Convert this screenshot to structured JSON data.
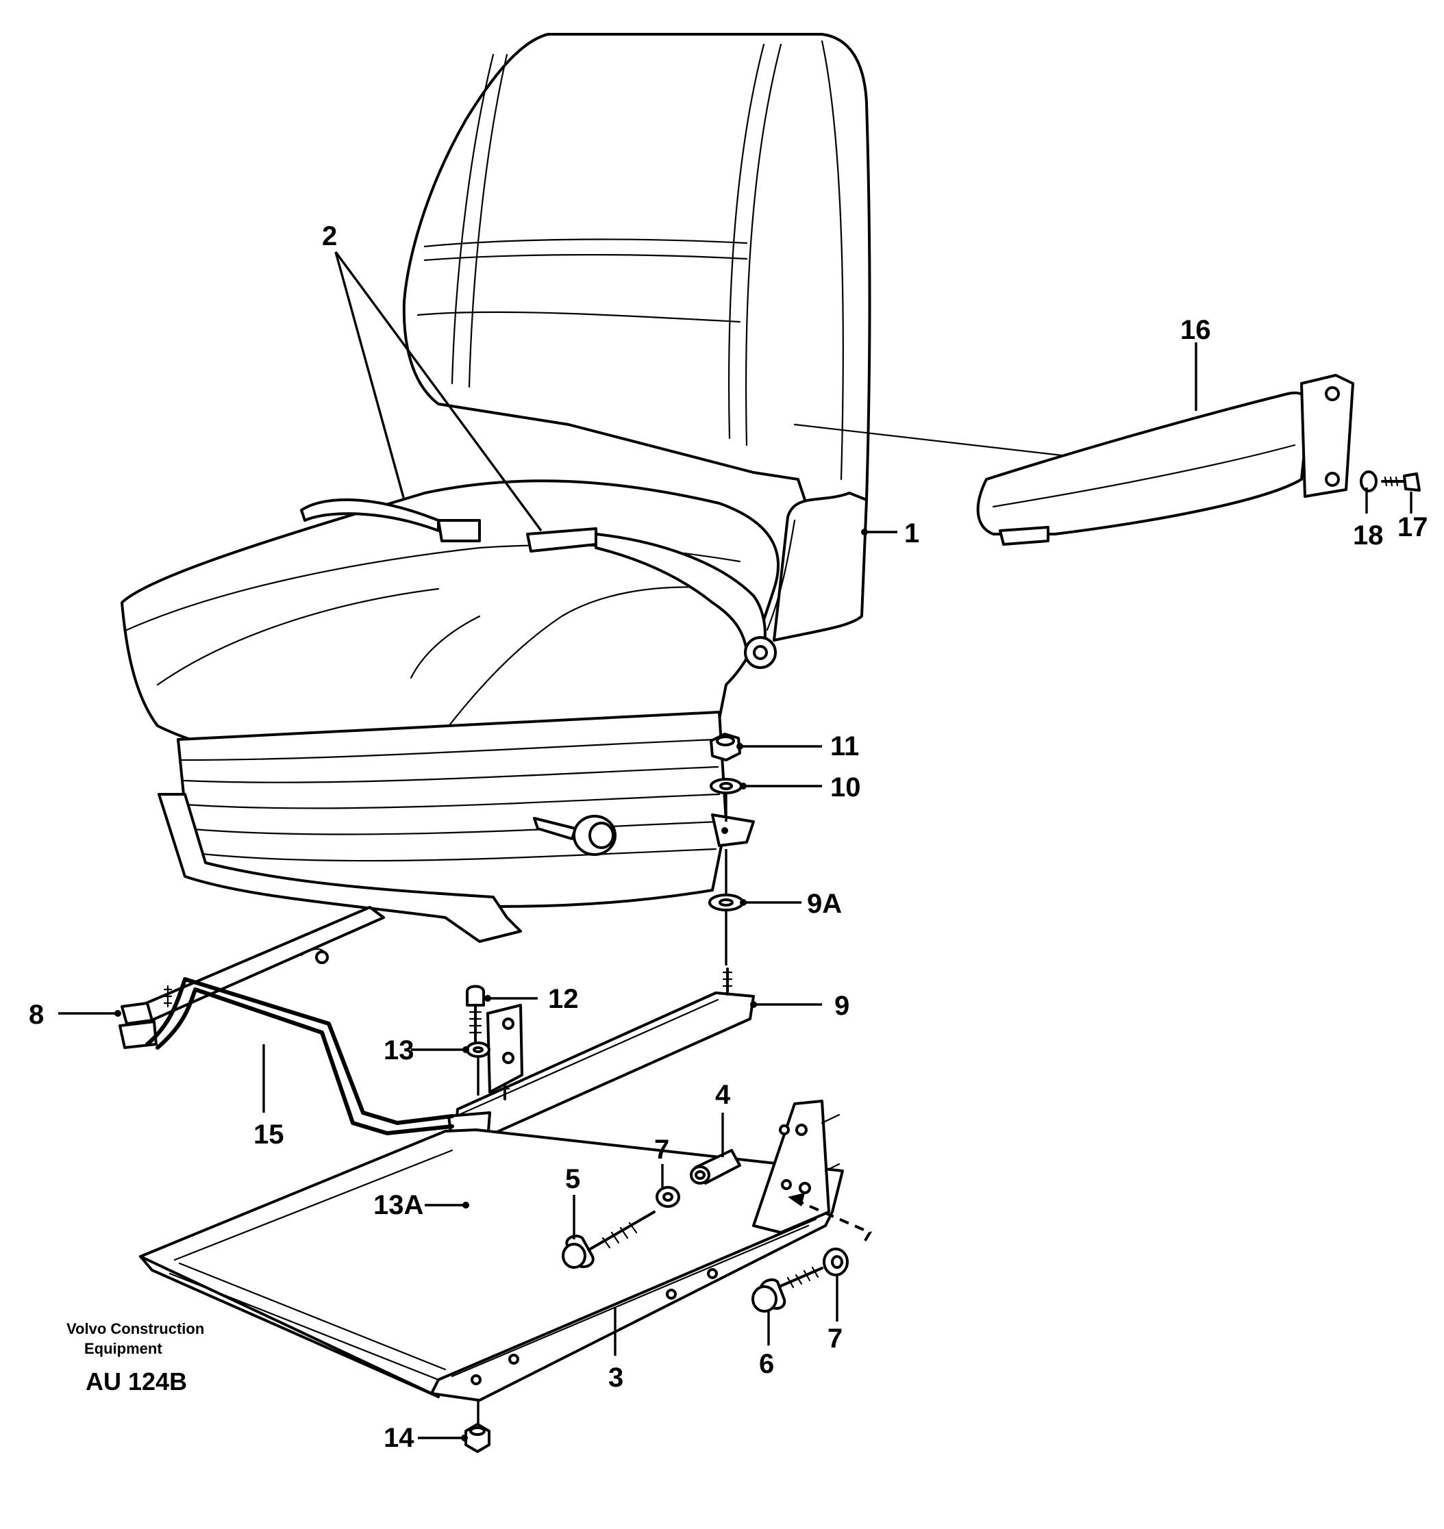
{
  "callouts": [
    {
      "id": "1",
      "label": "1"
    },
    {
      "id": "2",
      "label": "2"
    },
    {
      "id": "3",
      "label": "3"
    },
    {
      "id": "4",
      "label": "4"
    },
    {
      "id": "5",
      "label": "5"
    },
    {
      "id": "6",
      "label": "6"
    },
    {
      "id": "7a",
      "label": "7"
    },
    {
      "id": "7b",
      "label": "7"
    },
    {
      "id": "8",
      "label": "8"
    },
    {
      "id": "9",
      "label": "9"
    },
    {
      "id": "9A",
      "label": "9A"
    },
    {
      "id": "10",
      "label": "10"
    },
    {
      "id": "11",
      "label": "11"
    },
    {
      "id": "12",
      "label": "12"
    },
    {
      "id": "13",
      "label": "13"
    },
    {
      "id": "13A",
      "label": "13A"
    },
    {
      "id": "14",
      "label": "14"
    },
    {
      "id": "15",
      "label": "15"
    },
    {
      "id": "16",
      "label": "16"
    },
    {
      "id": "17",
      "label": "17"
    },
    {
      "id": "18",
      "label": "18"
    }
  ],
  "brand": {
    "line1": "Volvo Construction",
    "line2": "Equipment"
  },
  "drawing_code": "AU 124B"
}
